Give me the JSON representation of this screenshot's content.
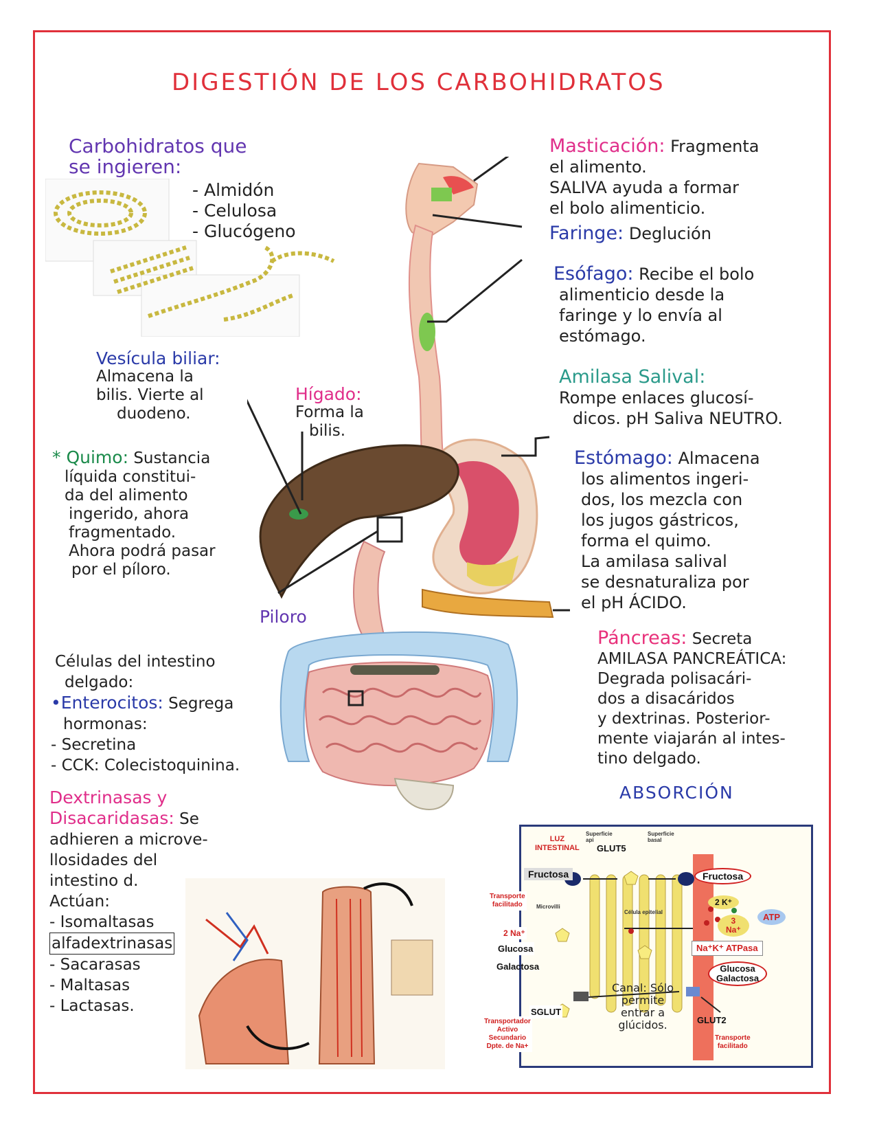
{
  "title": "DIGESTIÓN DE LOS CARBOHIDRATOS",
  "carbs": {
    "heading_line1": "Carbohidratos que",
    "heading_line2": "se ingieren:",
    "items": [
      "- Almidón",
      "- Celulosa",
      "- Glucógeno"
    ]
  },
  "vesicula": {
    "heading": "Vesícula biliar:",
    "lines": [
      "Almacena la",
      "bilis. Vierte al",
      "duodeno."
    ]
  },
  "higado": {
    "heading": "Hígado:",
    "lines": [
      "Forma la",
      "bilis."
    ]
  },
  "quimo": {
    "heading": "* Quimo:",
    "lines": [
      "Sustancia",
      "líquida constitui-",
      "da del alimento",
      "ingerido, ahora",
      "fragmentado.",
      "Ahora podrá pasar",
      "por el píloro."
    ]
  },
  "piloro": "Piloro",
  "masticacion": {
    "heading": "Masticación:",
    "lines": [
      "Fragmenta",
      "el alimento.",
      "SALIVA ayuda a formar",
      "el bolo alimenticio."
    ]
  },
  "faringe": {
    "heading": "Faringe:",
    "text": "Deglución"
  },
  "esofago": {
    "heading": "Esófago:",
    "lines": [
      "Recibe el bolo",
      "alimenticio desde la",
      "faringe y lo envía al",
      "estómago."
    ]
  },
  "amilasa": {
    "heading": "Amilasa Salival:",
    "lines": [
      "Rompe enlaces glucosí-",
      "dicos. pH Saliva NEUTRO."
    ]
  },
  "estomago": {
    "heading": "Estómago:",
    "lines": [
      "Almacena",
      "los alimentos ingeri-",
      "dos, los mezcla con",
      "los jugos gástricos,",
      "forma el quimo.",
      "La amilasa salival",
      "se desnaturaliza por",
      "el pH ÁCIDO."
    ]
  },
  "pancreas": {
    "heading": "Páncreas:",
    "lines": [
      "Secreta",
      "AMILASA PANCREÁTICA:",
      "Degrada polisacári-",
      "dos a disacáridos",
      "y dextrinas. Posterior-",
      "mente viajarán al intes-",
      "tino delgado."
    ]
  },
  "celulas": {
    "lines": [
      "Células del intestino",
      "delgado:"
    ],
    "enterocitos_heading": "•Enterocitos:",
    "enterocitos_text": "Segrega",
    "more": [
      "hormonas:",
      "- Secretina",
      "- CCK: Colecistoquinina."
    ]
  },
  "dextrinasas": {
    "heading1": "Dextrinasas y",
    "heading2": "Disacaridasas:",
    "tail": "Se",
    "lines": [
      "adhieren a microve-",
      "llosidades del",
      "intestino d.",
      "Actúan:",
      "- Isomaltasas",
      "alfadextrinasas",
      "- Sacarasas",
      "- Maltasas",
      "- Lactasas."
    ]
  },
  "absorcion": {
    "heading": "ABSORCIÓN",
    "luz": "LUZ\nINTESTINAL",
    "sup_apical": "Superficie\napi",
    "sup_basal": "Superficie\nbasal",
    "glut5": "GLUT5",
    "fructosa_left": "Fructosa",
    "fructosa_right": "Fructosa",
    "transp_fac_left": "Transporte\nfacilitado",
    "microvilli": "Microvilli",
    "celula": "Célula epitelial",
    "k": "2 K⁺",
    "na3": "3\nNa⁺",
    "atp": "ATP",
    "na2": "2 Na⁺",
    "atpasa": "Na⁺K⁺ ATPasa",
    "glucosa": "Glucosa",
    "galactosa": "Galactosa",
    "gluc_gal_right": "Glucosa\nGalactosa",
    "sglut": "SGLUT",
    "canal": "Canal: Sólo\npermite\nentrar a\nglúcidos.",
    "glut2": "GLUT2",
    "transp_activo": "Transportador\nActivo\nSecundario\nDpte. de Na+",
    "transp_fac_right": "Transporte\nfacilitado"
  }
}
